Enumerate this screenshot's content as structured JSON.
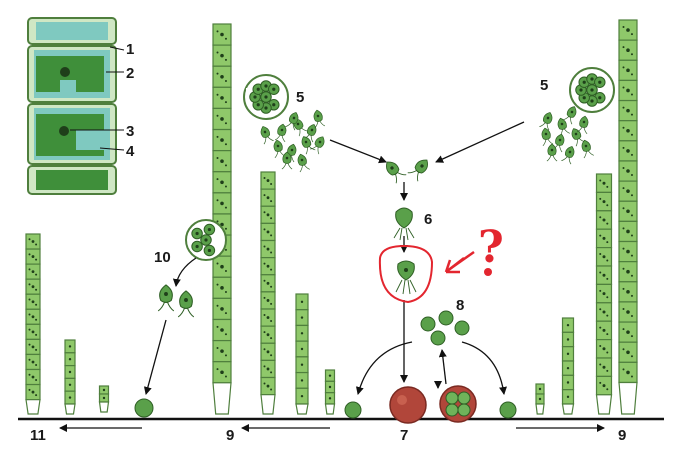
{
  "labels": {
    "n1": "1",
    "n2": "2",
    "n3": "3",
    "n4": "4",
    "n5_left": "5",
    "n5_right": "5",
    "n6": "6",
    "n7": "7",
    "n8": "8",
    "n9_left": "9",
    "n9_right": "9",
    "n10": "10",
    "n11": "11"
  },
  "annotation": {
    "question_mark": "?"
  },
  "colors": {
    "cell_fill": "#8fc86a",
    "cell_wall": "#4f7f3d",
    "nucleus": "#1f3f1a",
    "zygote": "#b1463a",
    "spore": "#5aa04a",
    "annotation_red": "#e3262f",
    "inset_water": "#7fc9c0"
  }
}
